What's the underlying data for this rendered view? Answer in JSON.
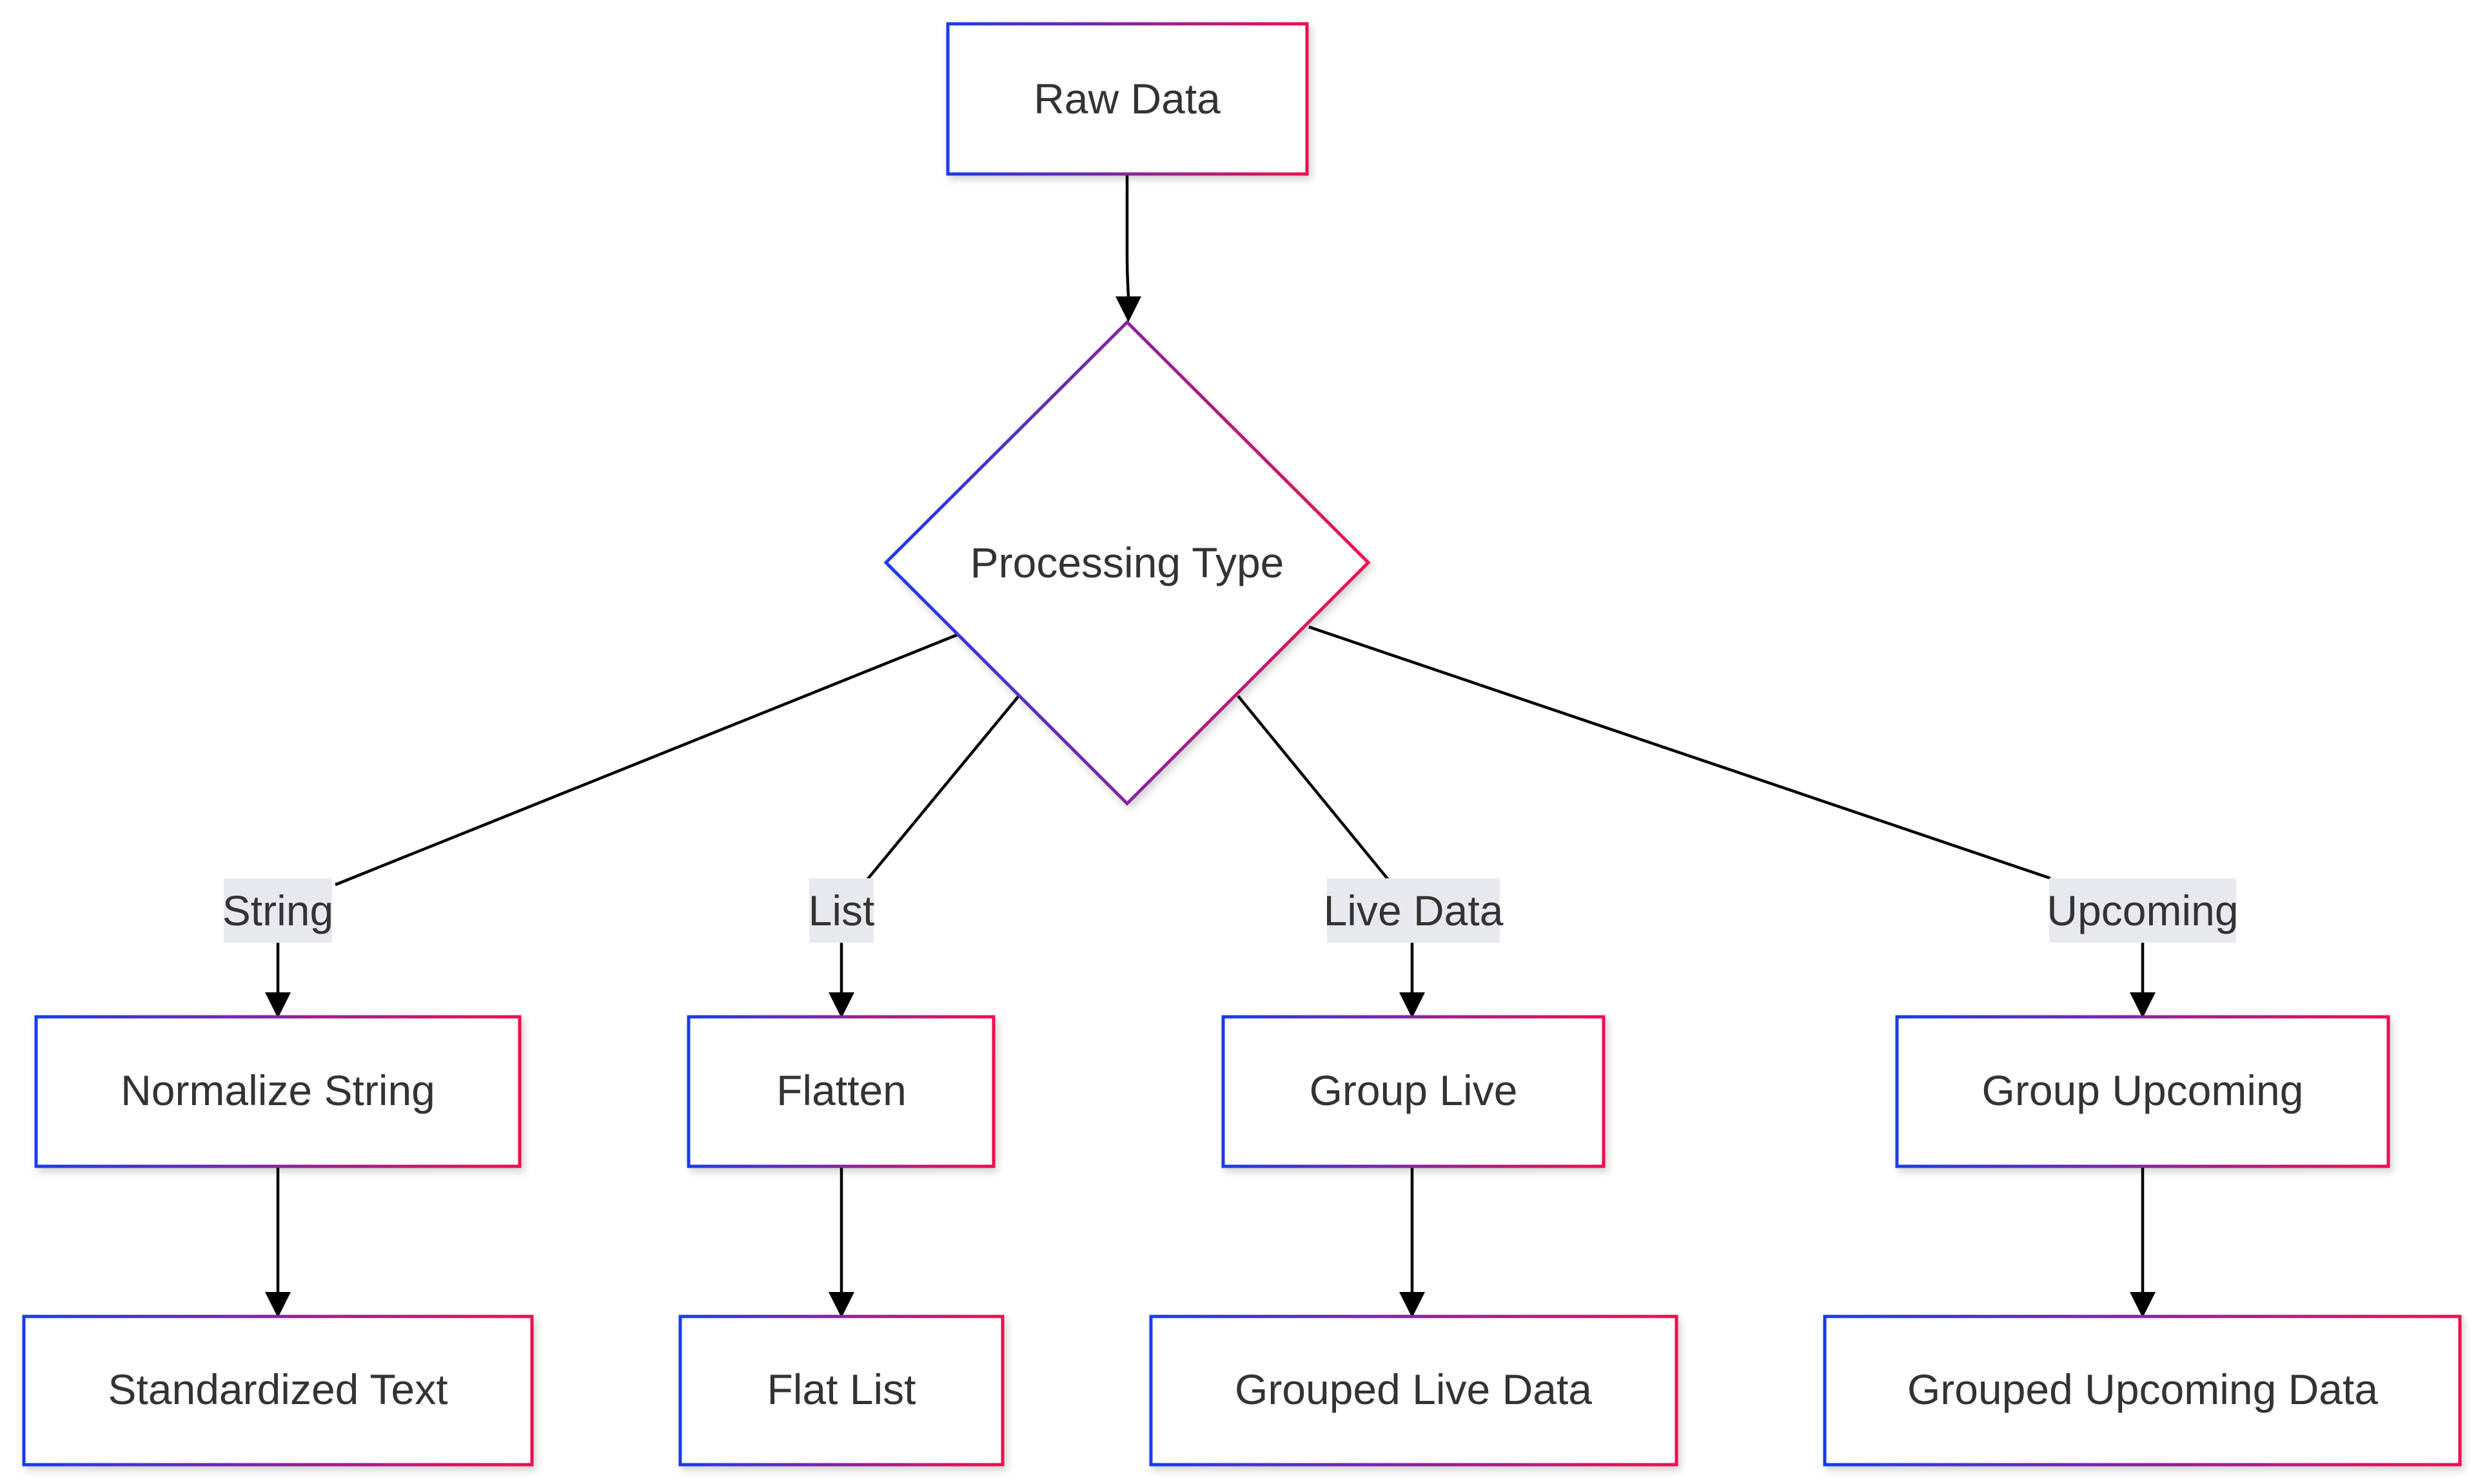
{
  "diagram": {
    "nodes": {
      "raw_data": "Raw Data",
      "processing_type": "Processing Type",
      "normalize_string": "Normalize String",
      "flatten": "Flatten",
      "group_live": "Group Live",
      "group_upcoming": "Group Upcoming",
      "standardized_text": "Standardized Text",
      "flat_list": "Flat List",
      "grouped_live_data": "Grouped Live Data",
      "grouped_upcoming_data": "Grouped Upcoming Data"
    },
    "edge_labels": {
      "string": "String",
      "list": "List",
      "live_data": "Live Data",
      "upcoming": "Upcoming"
    },
    "colors": {
      "border_gradient_start": "#1a3be8",
      "border_gradient_end": "#f0104e",
      "edge": "#000000",
      "edge_label_background": "#e8e8ef",
      "text": "#333333"
    }
  }
}
